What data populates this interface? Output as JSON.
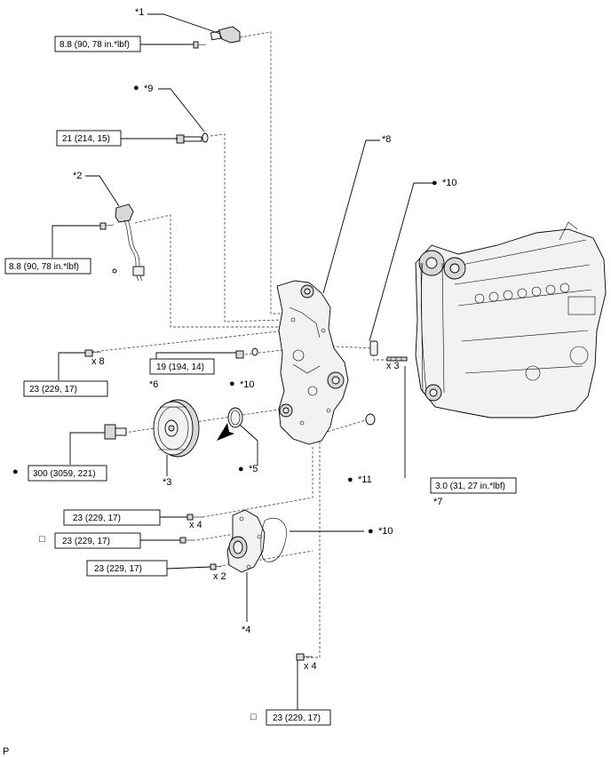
{
  "diagram": {
    "callouts": {
      "c1": "*1",
      "c2": "*2",
      "c3": "*3",
      "c4": "*4",
      "c5": "*5",
      "c6": "*6",
      "c7": "*7",
      "c8": "*8",
      "c9": "*9",
      "c10a": "*10",
      "c10b": "*10",
      "c10c": "*10",
      "c11": "*11"
    },
    "torque": {
      "t1": "8.8 (90, 78 in.*lbf)",
      "t2": "21 (214, 15)",
      "t3": "8.8 (90, 78 in.*lbf)",
      "t4": "23 (229, 17)",
      "t5": "19 (194, 14)",
      "t6": "300 (3059, 221)",
      "t7": "3.0 (31, 27 in.*lbf)",
      "t8": "23 (229, 17)",
      "t9": "23 (229, 17)",
      "t10": "23 (229, 17)",
      "t11": "23 (229, 17)"
    },
    "quantities": {
      "q8": "x 8",
      "q3": "x 3",
      "q4a": "x 4",
      "q2": "x 2",
      "q4b": "x 4"
    },
    "bullet": "●",
    "square": "□",
    "corner_mark": "P"
  }
}
